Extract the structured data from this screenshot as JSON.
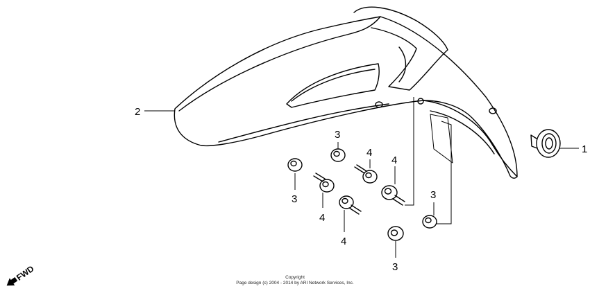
{
  "callouts": {
    "front_fender_label": "2",
    "grommet_label": "1",
    "nut_upper_label": "3",
    "nut_left_label": "3",
    "nut_right_label": "3",
    "nut_bottom_label": "3",
    "bolt_a_label": "4",
    "bolt_b_label": "4",
    "bolt_c_label": "4",
    "bolt_d_label": "4"
  },
  "direction_marker": {
    "text": "FWD",
    "icon": "forward-arrow-icon"
  },
  "copyright": {
    "title": "Copyright",
    "line": "Page design (c) 2004 - 2014 by ARI Network Services, Inc."
  }
}
